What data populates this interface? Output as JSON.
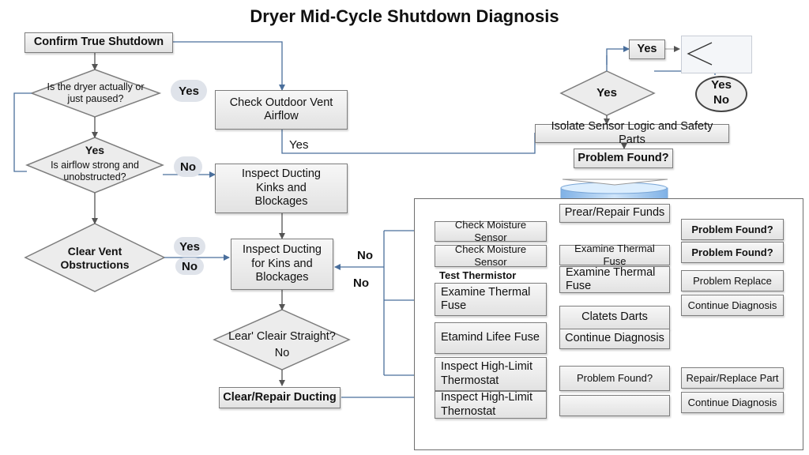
{
  "title": "Dryer Mid-Cycle Shutdown Diagnosis",
  "left_column": {
    "confirm_shutdown": "Confirm True Shutdown",
    "q_paused": "Is the dryer actually or just paused?",
    "q_airflow_yes": "Yes",
    "q_airflow": "Is airflow strong and unobstructed?",
    "clear_vent": "Clear Vent Obstructions",
    "label_yes_1": "Yes",
    "label_no_1": "No",
    "label_yes_2": "Yes",
    "label_no_2": "No"
  },
  "middle_column": {
    "check_outdoor_vent": "Check Outdoor Vent Airflow",
    "label_yes": "Yes",
    "inspect_ducting_1": "Inspect Ducting Kinks and Blockages",
    "inspect_ducting_2": "Inspect Ducting for Kins and Blockages",
    "q_clear_straight": "Lear' Cleair Straight?",
    "q_clear_straight_no": "No",
    "clear_repair_ducting": "Clear/Repair Ducting",
    "label_no_1": "No",
    "label_no_2": "No"
  },
  "top_right": {
    "yes_box": "Yes",
    "diamond_yes": "Yes",
    "oval_yes": "Yes",
    "oval_no": "No",
    "isolate_sensor": "Isolate Sensor Logic and Safety Parts",
    "problem_found": "Problem Found?",
    "prear_repair": "Prear/Repair Funds"
  },
  "right_panel": {
    "check_moisture_1": "Check Moisture Sensor",
    "check_moisture_2": "Check Moisture Sensor",
    "test_thermistor": "Test Thermistor",
    "examine_thermal_fuse_left": "Examine Thermal Fuse",
    "etamind_fuse": "Etamind Lifee Fuse",
    "inspect_high_limit_1": "Inspect High-Limit Thermostat",
    "inspect_high_limit_2": "Inspect High-Limit Thernostat",
    "examine_thermal_fuse_mid_1": "Examine Thermal Fuse",
    "examine_thermal_fuse_mid_2": "Examine Thermal Fuse",
    "clatets_darts": "Clatets Darts",
    "continue_diagnosis_mid": "Continue Diagnosis",
    "problem_found_mid": "Problem Found?",
    "problem_found_r1": "Problem Found?",
    "problem_found_r2": "Problem Found?",
    "problem_replace": "Problem Replace",
    "continue_diagnosis_r1": "Continue Diagnosis",
    "repair_replace_part": "Repair/Replace Part",
    "continue_diagnosis_r2": "Continue Diagnosis"
  },
  "colors": {
    "connector_left": "#555555",
    "connector_blue": "#4a6f9c",
    "pill_bg": "#dfe3ea",
    "cylinder_blue": "#a9cdf0"
  }
}
